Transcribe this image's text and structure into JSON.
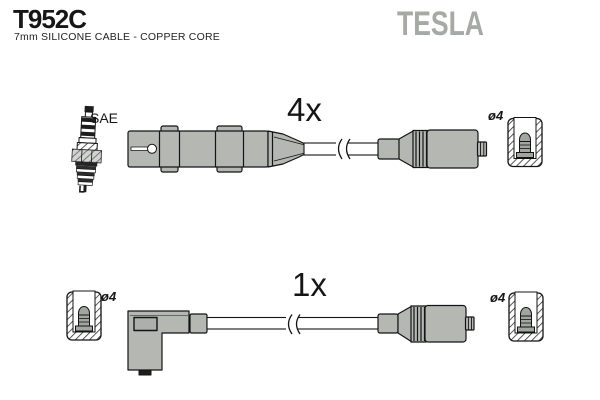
{
  "header": {
    "part_number": "T952C",
    "subtitle": "7mm SILICONE CABLE - COPPER CORE",
    "brand_logo": "TESLA"
  },
  "rows": [
    {
      "qty": "4x",
      "plug_label": "SAE",
      "dia_right": "ø4",
      "left_end": "coil-plug-connector",
      "right_end": "straight-spark-plug-boot"
    },
    {
      "qty": "1x",
      "dia_left": "ø4",
      "dia_right": "ø4",
      "left_end": "angled-spark-plug-boot",
      "right_end": "straight-spark-plug-boot"
    }
  ],
  "icons": [
    "spark-plug-icon",
    "terminal-cup-icon",
    "cable-break-mark"
  ],
  "colors": {
    "part_fill": "#b4b7b2",
    "outline": "#141414",
    "logo_gray": "#a6aaa6"
  }
}
